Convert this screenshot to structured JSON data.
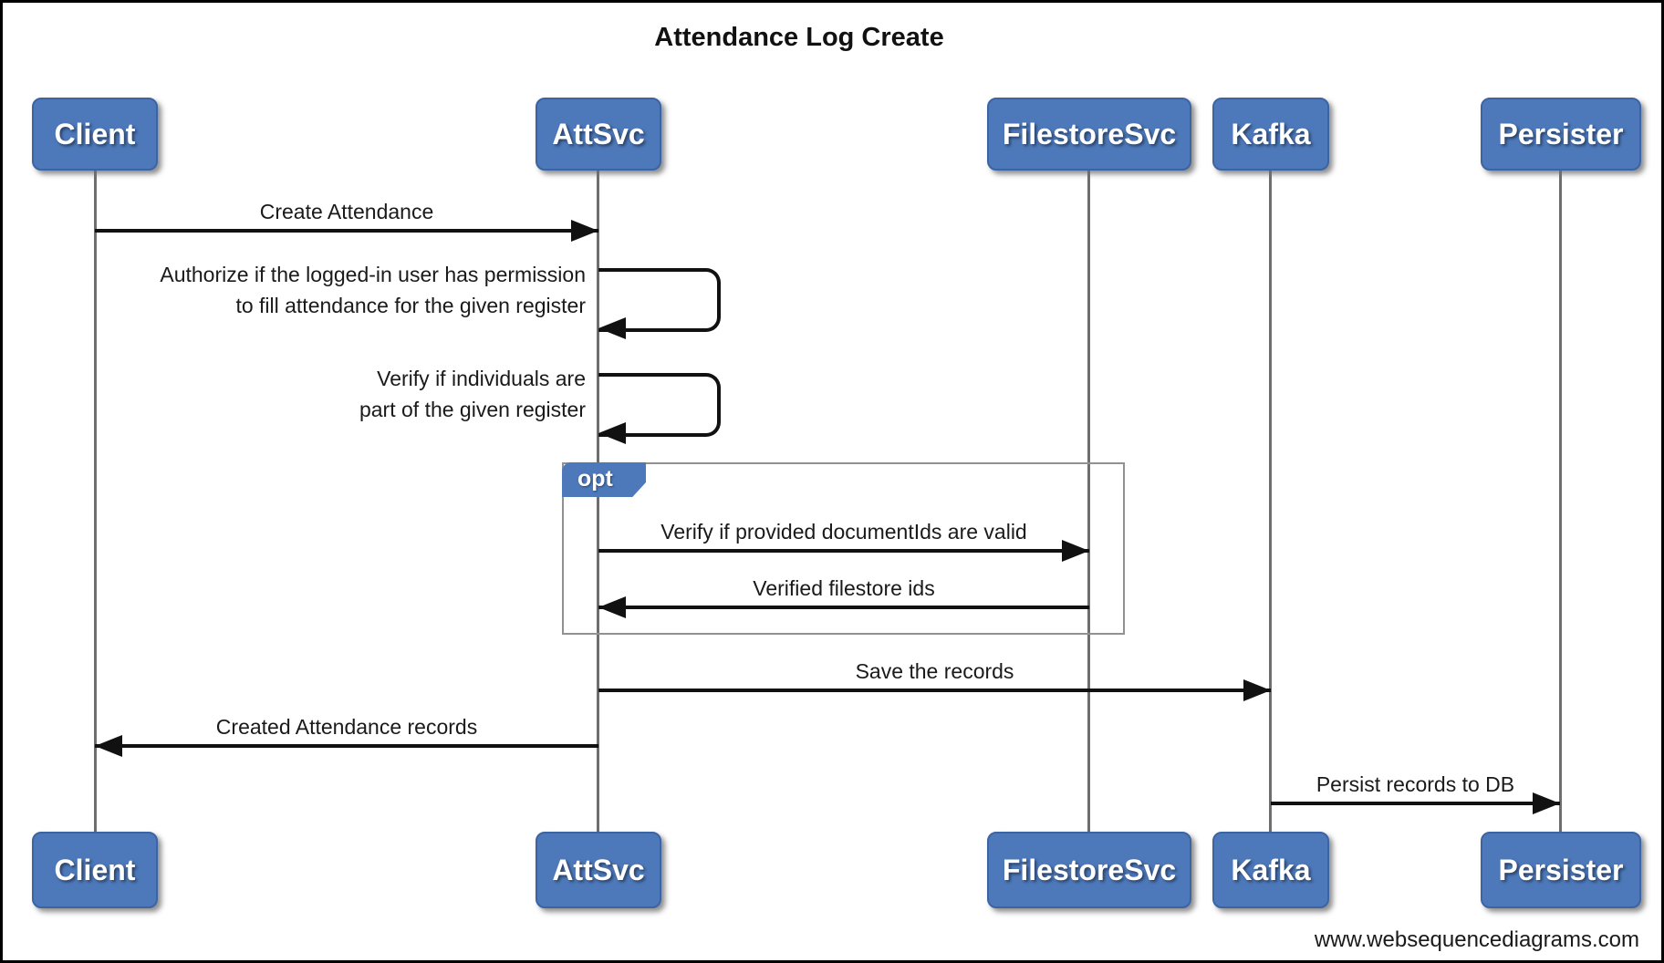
{
  "title": "Attendance Log Create",
  "diagram_type": "sequence-diagram",
  "actors": [
    {
      "id": "client",
      "label": "Client"
    },
    {
      "id": "attsvc",
      "label": "AttSvc"
    },
    {
      "id": "filestoresvc",
      "label": "FilestoreSvc"
    },
    {
      "id": "kafka",
      "label": "Kafka"
    },
    {
      "id": "persister",
      "label": "Persister"
    }
  ],
  "messages": [
    {
      "from": "Client",
      "to": "AttSvc",
      "kind": "solid-arrow",
      "label": "Create Attendance"
    },
    {
      "from": "AttSvc",
      "to": "AttSvc",
      "kind": "self",
      "label": "Authorize if the logged-in user has permission\nto fill attendance for the given register"
    },
    {
      "from": "AttSvc",
      "to": "AttSvc",
      "kind": "self",
      "label": "Verify if individuals are\npart of the given register"
    },
    {
      "from": "AttSvc",
      "to": "FilestoreSvc",
      "kind": "solid-arrow",
      "in_fragment": "opt",
      "label": "Verify if provided documentIds are valid"
    },
    {
      "from": "FilestoreSvc",
      "to": "AttSvc",
      "kind": "solid-arrow",
      "in_fragment": "opt",
      "label": "Verified filestore ids"
    },
    {
      "from": "AttSvc",
      "to": "Kafka",
      "kind": "solid-arrow",
      "label": "Save the records"
    },
    {
      "from": "AttSvc",
      "to": "Client",
      "kind": "solid-arrow",
      "label": "Created Attendance records"
    },
    {
      "from": "Kafka",
      "to": "Persister",
      "kind": "solid-arrow",
      "label": "Persist records to DB"
    }
  ],
  "fragment": {
    "label": "opt"
  },
  "footer": "www.websequencediagrams.com",
  "colors": {
    "actor_fill": "#4d79bb",
    "actor_border": "#3c64a3",
    "actor_text": "#ffffff",
    "lifeline": "#6e6e6e",
    "arrow": "#111111",
    "fragment_border": "#919191",
    "background": "#ffffff",
    "page_border": "#000000"
  }
}
